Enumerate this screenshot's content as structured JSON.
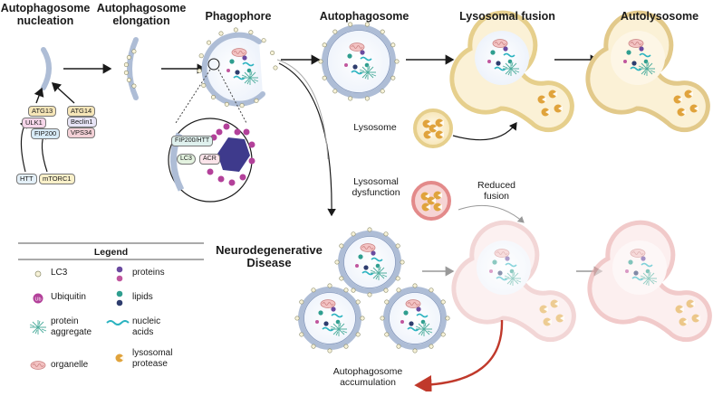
{
  "stages": {
    "nucleation": {
      "line1": "Autophagosome",
      "line2": "nucleation"
    },
    "elongation": {
      "line1": "Autophagosome",
      "line2": "elongation"
    },
    "phagophore": "Phagophore",
    "autophagosome": "Autophagosome",
    "fusion": "Lysosomal fusion",
    "autolysosome": "Autolysosome"
  },
  "complexes": {
    "atg13": "ATG13",
    "ulk1": "ULK1",
    "fip200": "FIP200",
    "atg14": "ATG14",
    "beclin1": "Beclin1",
    "vps34": "VPS34",
    "htt": "HTT",
    "mtorc1": "mTORC1"
  },
  "zoom": {
    "fip200_htt": "FIP200/HTT",
    "lc3": "LC3",
    "acr": "ACR"
  },
  "lysosome_label": "Lysosome",
  "dysfunction": {
    "line1": "Lysosomal",
    "line2": "dysfunction"
  },
  "reduced_fusion": {
    "line1": "Reduced",
    "line2": "fusion"
  },
  "disease": {
    "line1": "Neurodegenerative",
    "line2": "Disease"
  },
  "accumulation": {
    "line1": "Autophagosome",
    "line2": "accumulation"
  },
  "legend": {
    "title": "Legend",
    "lc3": "LC3",
    "proteins": "proteins",
    "ubiquitin": "Ubiquitin",
    "lipids": "lipids",
    "aggregate": {
      "line1": "protein",
      "line2": "aggregate"
    },
    "nucleic": {
      "line1": "nucleic",
      "line2": "acids"
    },
    "organelle": "organelle",
    "protease": {
      "line1": "lysosomal",
      "line2": "protease"
    },
    "ub_symbol": "Ub"
  },
  "colors": {
    "membrane": "#aebdd6",
    "membrane_dark": "#7f93b8",
    "lysosome_fill": "#fbf1d6",
    "lysosome_edge": "#e6cf8c",
    "protease": "#e0a33c",
    "dysfunction_edge": "#e38a8a",
    "dysfunction_fill": "#f6d4d4",
    "accumulation_arrow": "#c0392b",
    "ubiquitin": "#b3419a",
    "hexagon": "#3e3a8c",
    "lipid": "#2f9e8f",
    "protein_purple": "#6a4aa0",
    "nucleic": "#2bb3c0"
  }
}
